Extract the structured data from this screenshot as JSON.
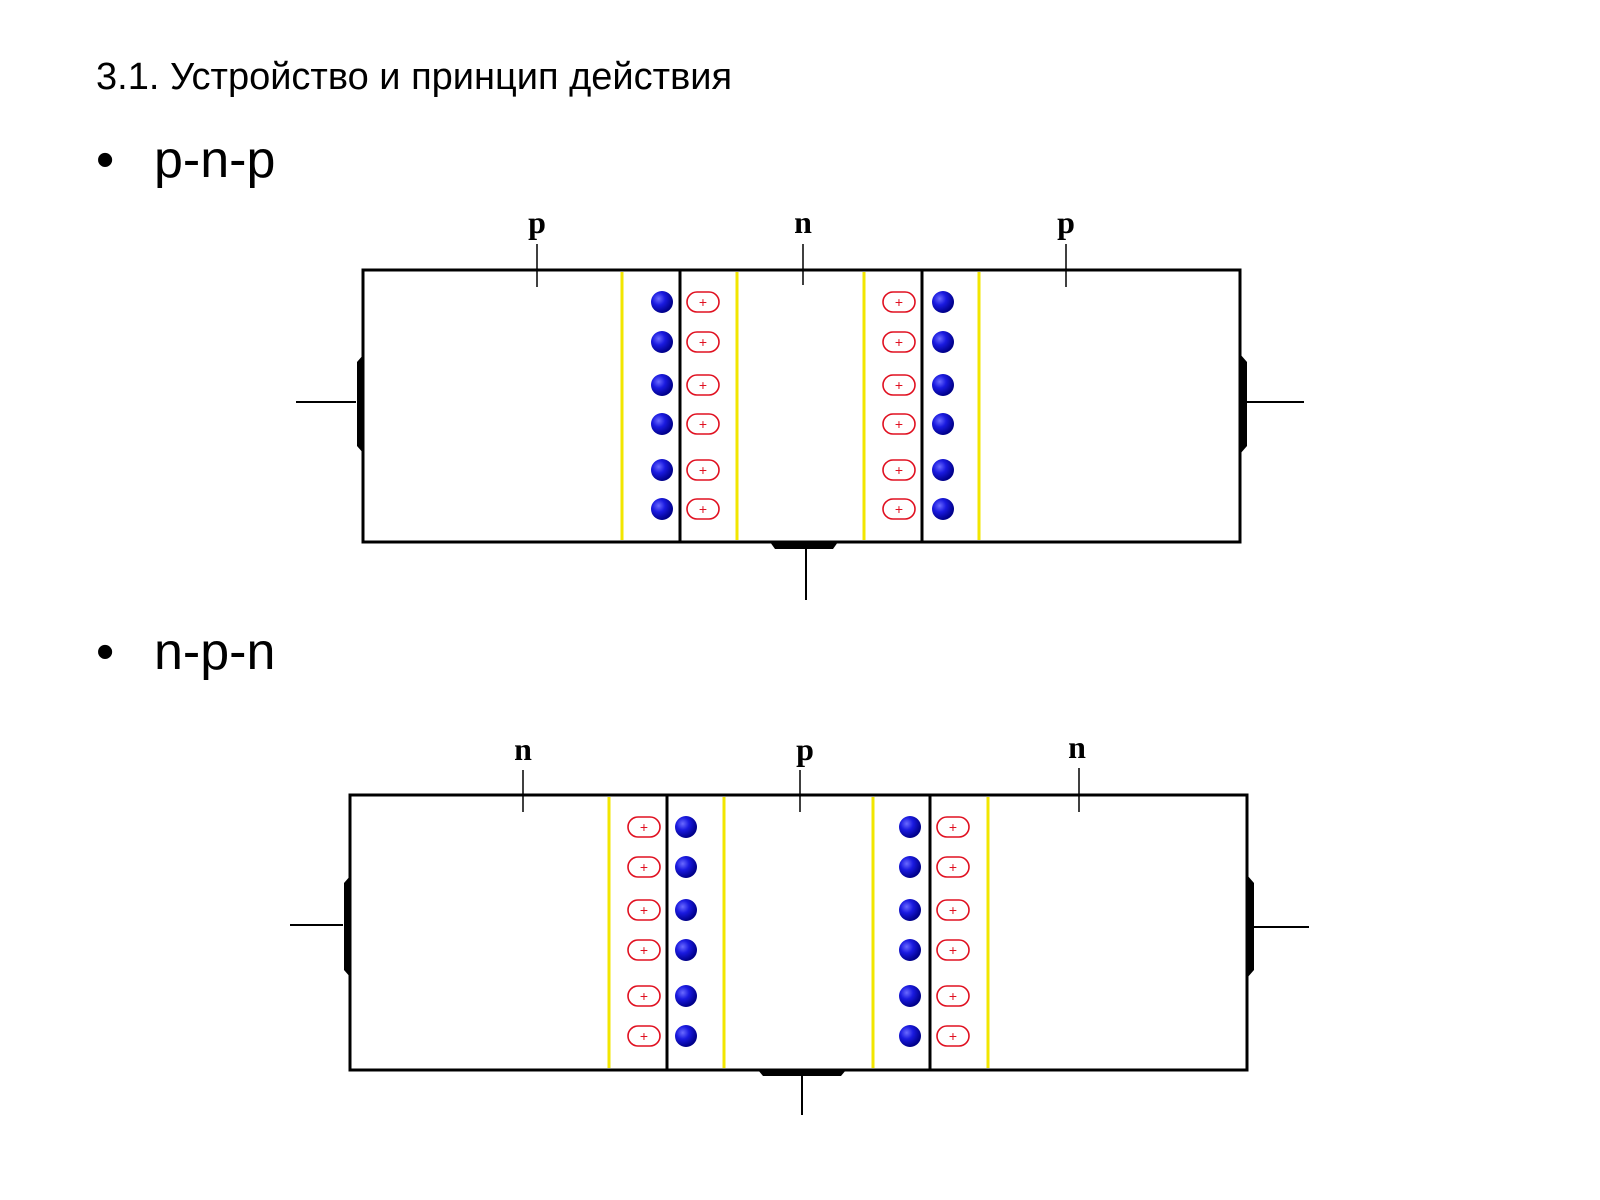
{
  "slide": {
    "title": "3.1. Устройство и принцип действия"
  },
  "bullets": [
    {
      "marker": "•",
      "label": "p-n-p"
    },
    {
      "marker": "•",
      "label": "n-p-n"
    }
  ],
  "diagrams": [
    {
      "regions": [
        "p",
        "n",
        "p"
      ],
      "left_junction": [
        "electron",
        "ion"
      ],
      "right_junction": [
        "ion",
        "electron"
      ],
      "charges_per_column": 6
    },
    {
      "regions": [
        "n",
        "p",
        "n"
      ],
      "left_junction": [
        "ion",
        "electron"
      ],
      "right_junction": [
        "electron",
        "ion"
      ],
      "charges_per_column": 6
    }
  ],
  "symbols": {
    "ion_sign": "+"
  },
  "colors": {
    "electron": "#1010d8",
    "ion": "#e01020",
    "depletion_boundary": "#f2e600",
    "outline": "#000000"
  }
}
